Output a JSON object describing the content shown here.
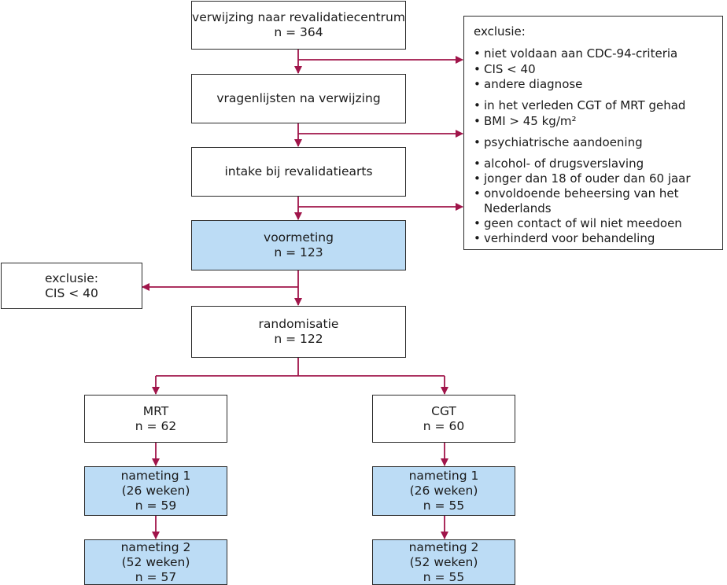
{
  "boxes": {
    "referral": {
      "label": "verwijzing naar revalidatiecentrum",
      "n": "n = 364"
    },
    "questionnaires": {
      "label": "vragenlijsten na verwijzing"
    },
    "intake": {
      "label": "intake bij revalidatiearts"
    },
    "baseline": {
      "label": "voormeting",
      "n": "n = 123"
    },
    "randomisation": {
      "label": "randomisatie",
      "n": "n = 122"
    },
    "mrt": {
      "label": "MRT",
      "n": "n = 62"
    },
    "cgt": {
      "label": "CGT",
      "n": "n = 60"
    },
    "mrt_followup1": {
      "label": "nameting 1",
      "period": "(26 weken)",
      "n": "n = 59"
    },
    "mrt_followup2": {
      "label": "nameting 2",
      "period": "(52 weken)",
      "n": "n = 57"
    },
    "cgt_followup1": {
      "label": "nameting 1",
      "period": "(26 weken)",
      "n": "n = 55"
    },
    "cgt_followup2": {
      "label": "nameting 2",
      "period": "(52 weken)",
      "n": "n = 55"
    },
    "exclusion_left": {
      "label": "exclusie:",
      "reason": "CIS < 40"
    }
  },
  "exclusion_main": {
    "title": "exclusie:",
    "items": [
      "niet voldaan aan CDC-94-criteria",
      "CIS < 40",
      "andere diagnose",
      "in het verleden CGT of MRT gehad",
      "BMI > 45 kg/m²",
      "psychiatrische aandoening",
      "alcohol- of drugsverslaving",
      "jonger dan 18 of ouder dan 60 jaar",
      "onvoldoende beheersing van het Nederlands",
      "geen contact of wil niet meedoen",
      "verhinderd voor behandeling"
    ]
  },
  "colors": {
    "arrow": "#a0154a",
    "box_border": "#2b2b2b",
    "highlight_fill": "#bcdcf5",
    "box_fill": "#ffffff"
  }
}
